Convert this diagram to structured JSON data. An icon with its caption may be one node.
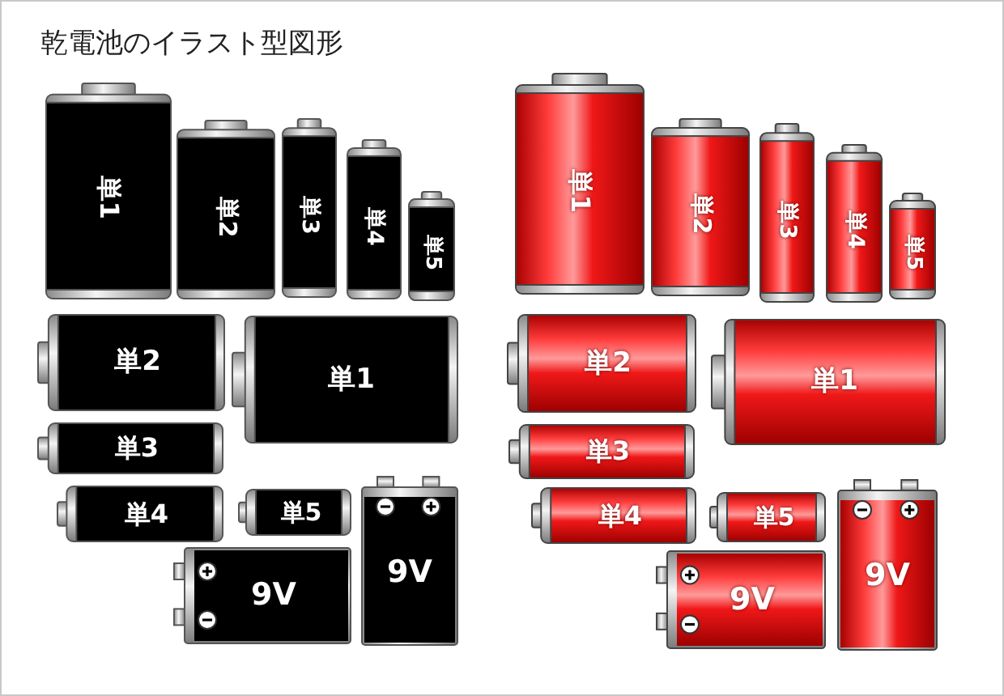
{
  "diagram": {
    "title": "乾電池のイラスト型図形",
    "nodes": [
      {
        "text": [
          "単1"
        ]
      },
      {
        "text": [
          "単2"
        ]
      },
      {
        "text": [
          "単3"
        ]
      },
      {
        "text": [
          "単4"
        ]
      },
      {
        "text": [
          "単5"
        ]
      },
      {
        "text": [
          "単1"
        ]
      },
      {
        "text": [
          "単2"
        ]
      },
      {
        "text": [
          "単3"
        ]
      },
      {
        "text": [
          "単4"
        ]
      },
      {
        "text": [
          "単5"
        ]
      },
      {
        "text": [
          "単2"
        ]
      },
      {
        "text": [
          "単1"
        ]
      },
      {
        "text": [
          "単2"
        ]
      },
      {
        "text": [
          "単1"
        ]
      },
      {
        "text": [
          "単3"
        ]
      },
      {
        "text": [
          "単3"
        ]
      },
      {
        "text": [
          "単4"
        ]
      },
      {
        "text": [
          "単5"
        ]
      },
      {
        "text": [
          "9V"
        ]
      },
      {
        "text": [
          "単4"
        ]
      },
      {
        "text": [
          "単5"
        ]
      },
      {
        "text": [
          "9V"
        ]
      },
      {
        "text": [
          "9V"
        ]
      },
      {
        "text": [
          "9V"
        ]
      }
    ]
  }
}
